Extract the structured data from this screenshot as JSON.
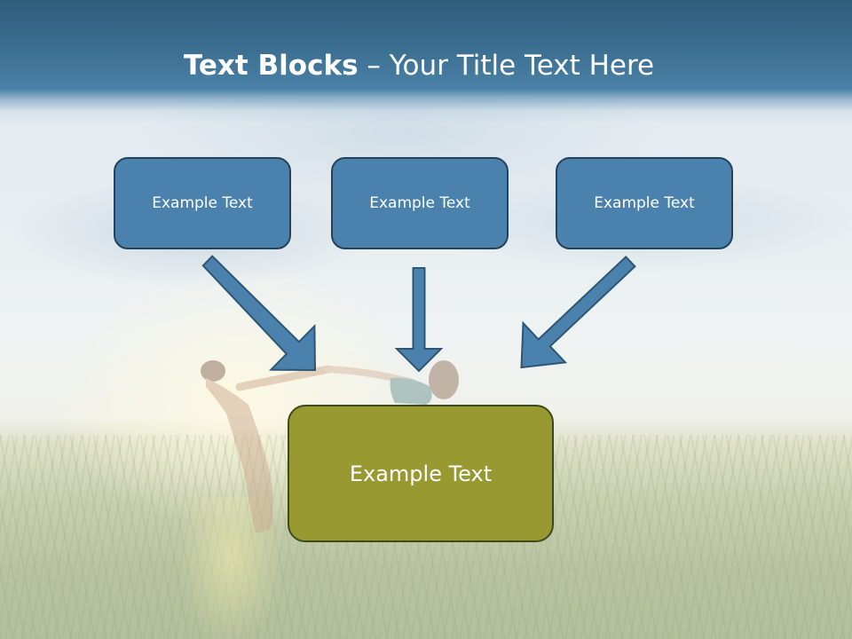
{
  "title": {
    "bold": "Text Blocks",
    "separator": " – ",
    "rest": "Your Title Text Here"
  },
  "blocks": [
    {
      "label": "Example Text"
    },
    {
      "label": "Example Text"
    },
    {
      "label": "Example Text"
    }
  ],
  "main_block": {
    "label": "Example Text"
  },
  "colors": {
    "title_band": "#3a6d8f",
    "block_fill": "#4a82ad",
    "block_border": "#24425a",
    "main_fill": "#999932",
    "main_border": "#3e4a1c",
    "arrow_fill": "#4a82ad"
  }
}
